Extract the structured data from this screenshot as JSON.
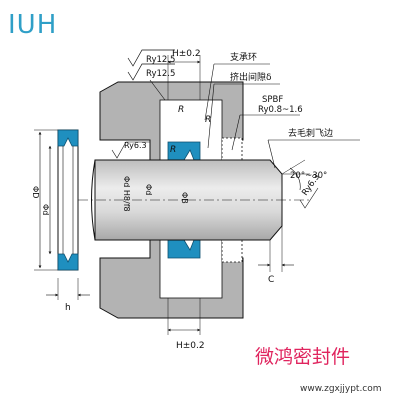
{
  "model_label": "IUH",
  "brand_text": "微鸿密封件",
  "website": "www.zgxjjypt.com",
  "colors": {
    "model": "#2f9fc7",
    "brand": "#e0245e",
    "seal": "#1f8fbf",
    "body": "#b3b3b3",
    "rod": "#d3d3d3",
    "line": "#111111"
  },
  "annotations": {
    "roughness_top_1": "Ry12.5",
    "roughness_top_2": "Ry12.5",
    "width_top": "H±0.2",
    "width_bottom": "H±0.2",
    "support_ring": "支承环",
    "extrusion_gap": "挤出间隙δ",
    "finish_spec": "SPBF",
    "roughness_range": "Ry0.8~1.6",
    "deburr": "去毛刺飞边",
    "roughness_rod": "Ry6.3",
    "angle": "20°~30°",
    "roughness_chamfer": "Ry6.3",
    "chamfer": "C",
    "radius_1": "R",
    "radius_2": "R",
    "radius_3": "R",
    "rod_fit": "Φd H8/f8",
    "bore": "ΦD",
    "rod_dia": "Φd",
    "rod_dia_2": "Φd",
    "groove_dia": "ΦB",
    "height": "h"
  }
}
